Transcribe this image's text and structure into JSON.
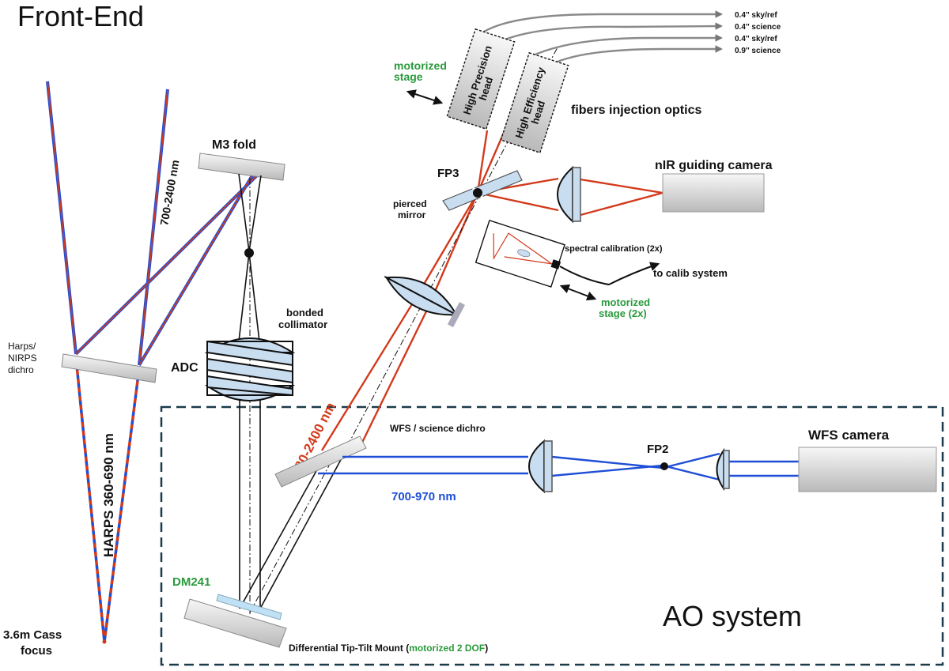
{
  "colors": {
    "red": "#d33a1c",
    "blue": "#1f4fd6",
    "green": "#2a9a3c",
    "darkteal": "#1b3a4b",
    "lens": "#c9ddf0",
    "device": "#d9d9d9"
  },
  "titles": {
    "front_end": "Front-End",
    "ao_system": "AO system"
  },
  "labels": {
    "m3_fold": "M3 fold",
    "band_700_2400": "700-2400 nm",
    "bonded_collimator_1": "bonded",
    "bonded_collimator_2": "collimator",
    "adc": "ADC",
    "harps_dichro_1": "Harps/",
    "harps_dichro_2": "NIRPS",
    "harps_dichro_3": "dichro",
    "harps_band": "HARPS 360-690 nm",
    "cass_focus_1": "3.6m Cass",
    "cass_focus_2": "focus",
    "dm241": "DM241",
    "tip_tilt_prefix": "Differential Tip-Tilt Mount (",
    "tip_tilt_green": "motorized 2 DOF",
    "tip_tilt_suffix": ")",
    "band_980_2400": "980-2400 nm",
    "wfs_dichro": "WFS / science dichro",
    "band_700_970": "700-970 nm",
    "fp2": "FP2",
    "wfs_camera": "WFS camera",
    "fp3": "FP3",
    "pierced_mirror_1": "pierced",
    "pierced_mirror_2": "mirror",
    "nir_camera": "nIR guiding camera",
    "spectral_cal": "spectral calibration (2x)",
    "to_calib": "to calib system",
    "motorized_stage_cal_1": "motorized",
    "motorized_stage_cal_2": "stage (2x)",
    "motorized_stage_1": "motorized",
    "motorized_stage_2": "stage",
    "fibers_injection": "fibers injection optics",
    "high_precision_1": "High Precision",
    "high_precision_2": "head",
    "high_efficiency_1": "High Efficiency",
    "high_efficiency_2": "head",
    "fiber_1": "0.4'' sky/ref",
    "fiber_2": "0.4'' science",
    "fiber_3": "0.4'' sky/ref",
    "fiber_4": "0.9'' science"
  }
}
